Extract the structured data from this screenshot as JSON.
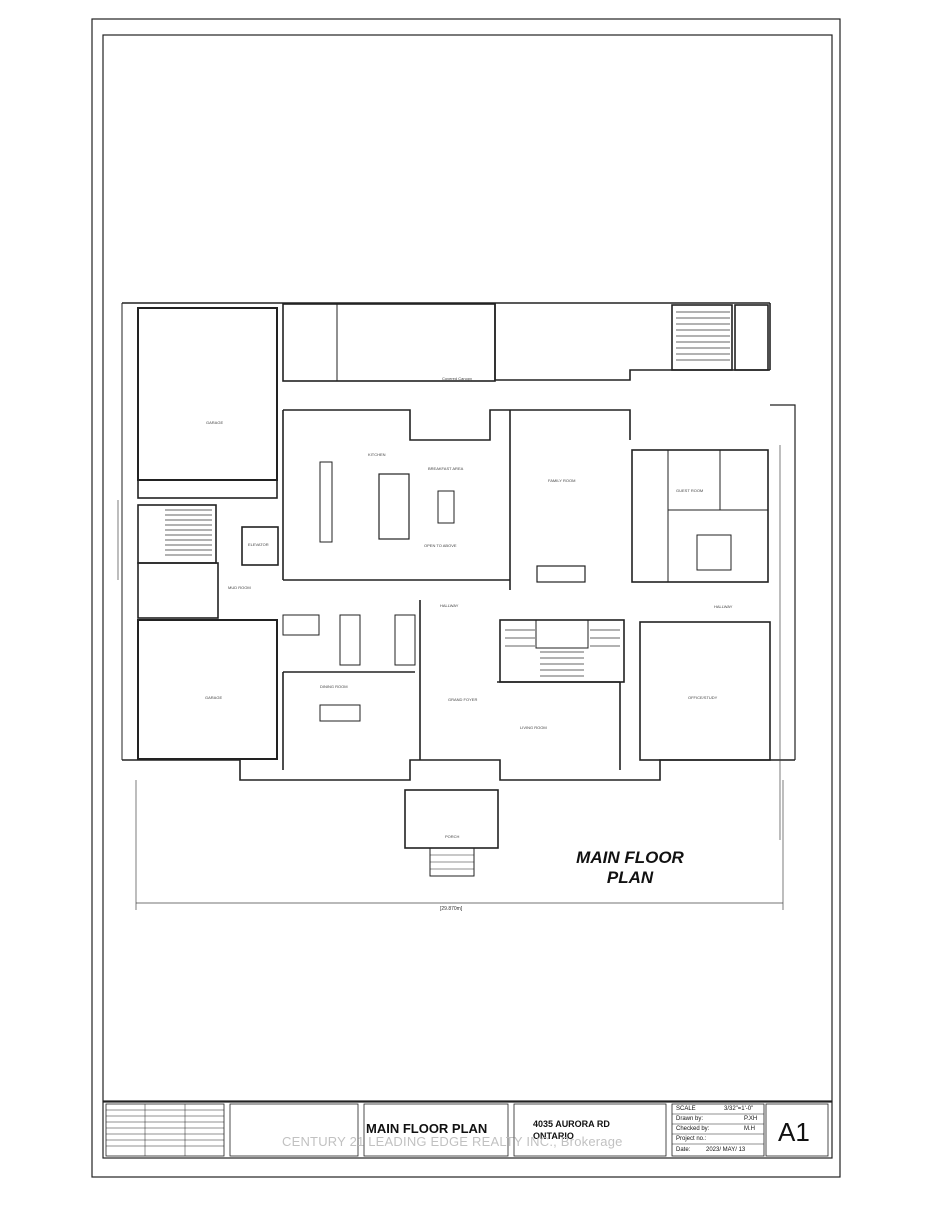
{
  "drawing": {
    "plan_title_line1": "MAIN FLOOR",
    "plan_title_line2": "PLAN",
    "overall_dimension": "[29.870m]"
  },
  "title_block": {
    "drawing_name": "MAIN FLOOR PLAN",
    "address_line1": "4035 AURORA RD",
    "address_line2": "ONTARIO",
    "scale_label": "SCALE",
    "scale_value": "3/32\"=1'-0\"",
    "drawn_by_label": "Drawn by:",
    "drawn_by_value": "P.XH",
    "checked_by_label": "Checked by:",
    "checked_by_value": "M.H",
    "project_no_label": "Project no.:",
    "project_no_value": "",
    "date_label": "Date:",
    "date_value": "2023/ MAY/ 13",
    "sheet_number": "A1"
  },
  "watermark": "CENTURY 21 LEADING EDGE REALTY INC., Brokerage",
  "rooms": {
    "garage_top": "GARAGE",
    "garage_bottom": "GARAGE",
    "covered_canopy": "Covered Canopy",
    "kitchen": "KITCHEN",
    "breakfast": "BREAKFAST AREA",
    "family_room": "FAMILY ROOM",
    "guest_room": "GUEST ROOM",
    "elevator": "ELEVATOR",
    "mud_room": "MUD ROOM",
    "dining_room": "DINING ROOM",
    "grand_foyer": "GRAND FOYER",
    "living_room": "LIVING ROOM",
    "office": "OFFICE/STUDY",
    "porch": "PORCH",
    "hallway_left": "HALLWAY",
    "hallway_right": "HALLWAY",
    "open_to_above": "OPEN TO ABOVE"
  }
}
